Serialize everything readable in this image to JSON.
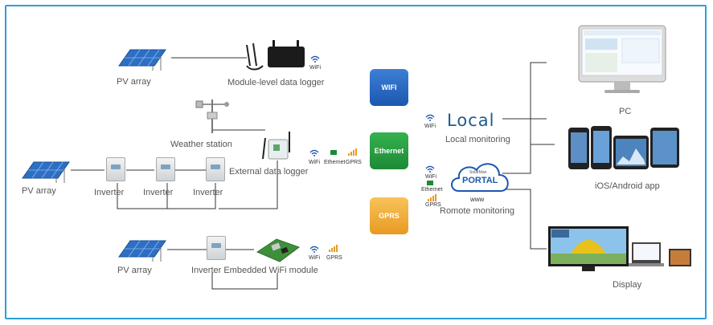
{
  "left": {
    "pv_array_top": "PV array",
    "module_logger": "Module-level data logger",
    "weather_station": "Weather station",
    "external_logger": "External data logger",
    "pv_array_mid": "PV array",
    "inverter_1": "Inverter",
    "inverter_2": "Inverter",
    "inverter_3": "Inverter",
    "pv_array_bottom": "PV array",
    "inverter_embedded": "Inverter Embedded WiFi module"
  },
  "small": {
    "wifi_top": "WiFi",
    "wifi_ext": "WiFi",
    "eth_ext": "Ethernet",
    "gprs_ext": "GPRS",
    "wifi_emb": "WiFi",
    "gprs_emb": "GPRS"
  },
  "badges": {
    "wifi": "WIFI",
    "ethernet": "Ethernet",
    "gprs": "GPRS"
  },
  "middle": {
    "wifi_local": "WiFi",
    "local_title": "Local",
    "local_caption": "Local monitoring",
    "wifi_remote": "WiFi",
    "eth_remote": "Ethernet",
    "gprs_remote": "GPRS",
    "portal_small": "SolarMan",
    "portal_title": "PORTAL",
    "portal_www": "www",
    "remote_caption": "Romote monitoring"
  },
  "right": {
    "pc": "PC",
    "mobile": "iOS/Android app",
    "display": "Display"
  },
  "colors": {
    "frame": "#2aa1d6",
    "wifi_badge": "#2a6bc4",
    "ethernet_badge": "#27a043",
    "gprs_badge": "#f0ad3a"
  }
}
